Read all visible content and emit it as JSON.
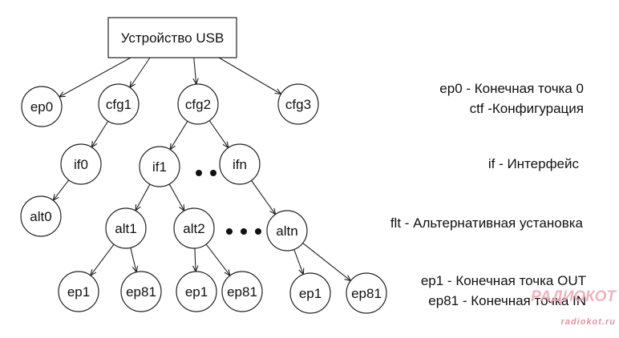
{
  "diagram": {
    "root": {
      "id": "usb",
      "label": "Устройство USB"
    },
    "nodes": [
      {
        "id": "ep0",
        "label": "ep0"
      },
      {
        "id": "cfg1",
        "label": "cfg1"
      },
      {
        "id": "cfg2",
        "label": "cfg2"
      },
      {
        "id": "cfg3",
        "label": "cfg3"
      },
      {
        "id": "if0",
        "label": "if0"
      },
      {
        "id": "if1",
        "label": "if1"
      },
      {
        "id": "ifn",
        "label": "ifn"
      },
      {
        "id": "alt0",
        "label": "alt0"
      },
      {
        "id": "alt1",
        "label": "alt1"
      },
      {
        "id": "alt2",
        "label": "alt2"
      },
      {
        "id": "altn",
        "label": "altn"
      },
      {
        "id": "a1ep1",
        "label": "ep1"
      },
      {
        "id": "a1ep81",
        "label": "ep81"
      },
      {
        "id": "a2ep1",
        "label": "ep1"
      },
      {
        "id": "a2ep81",
        "label": "ep81"
      },
      {
        "id": "anep1",
        "label": "ep1"
      },
      {
        "id": "anep81",
        "label": "ep81"
      }
    ],
    "edges": [
      [
        "usb",
        "ep0"
      ],
      [
        "usb",
        "cfg1"
      ],
      [
        "usb",
        "cfg2"
      ],
      [
        "usb",
        "cfg3"
      ],
      [
        "cfg1",
        "if0"
      ],
      [
        "cfg2",
        "if1"
      ],
      [
        "cfg2",
        "ifn"
      ],
      [
        "if0",
        "alt0"
      ],
      [
        "if1",
        "alt1"
      ],
      [
        "if1",
        "alt2"
      ],
      [
        "ifn",
        "altn"
      ],
      [
        "alt1",
        "a1ep1"
      ],
      [
        "alt1",
        "a1ep81"
      ],
      [
        "alt2",
        "a2ep1"
      ],
      [
        "alt2",
        "a2ep81"
      ],
      [
        "altn",
        "anep1"
      ],
      [
        "altn",
        "anep81"
      ]
    ],
    "ellipses": [
      {
        "id": "if-ellipsis",
        "dots": 2
      },
      {
        "id": "alt-ellipsis",
        "dots": 3
      }
    ]
  },
  "legend": {
    "ep0": "ep0 - Конечная точка 0",
    "ctf": "ctf -Конфигурация",
    "if": "if - Интерфейс",
    "flt": "flt - Альтернативная установка",
    "ep1": "ep1 - Конечная точка OUT",
    "ep81": "ep81 - Конечная точка IN"
  },
  "watermark": {
    "logo": "РАДИОКОТ",
    "site": "radiokot.ru"
  }
}
